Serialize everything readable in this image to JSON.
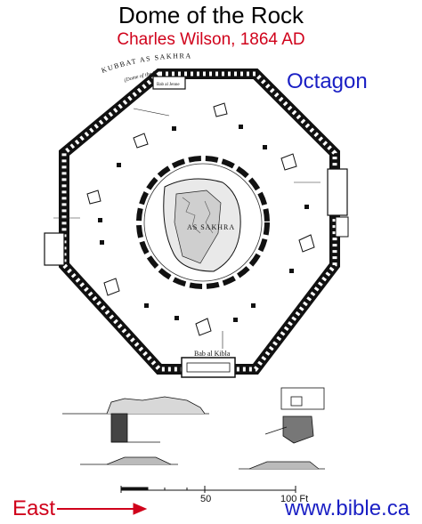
{
  "title": "Dome of the Rock",
  "subtitle": "Charles Wilson, 1864 AD",
  "shape_label": "Octagon",
  "plan_heading": "KUBBAT AS SAKHRA",
  "plan_subheading": "(Dome of the Rock)",
  "rock_label": "AS SAKHRA",
  "gate_label_bottom": "Bab al Kibla",
  "gate_label_top": "Bab al Jenne",
  "scale_mid": "50",
  "scale_end": "100 Ft",
  "direction_label": "East",
  "website": "www.bible.ca",
  "colors": {
    "title_red": "#d0021b",
    "accent_blue": "#1a1fc4",
    "ink": "#111111"
  }
}
